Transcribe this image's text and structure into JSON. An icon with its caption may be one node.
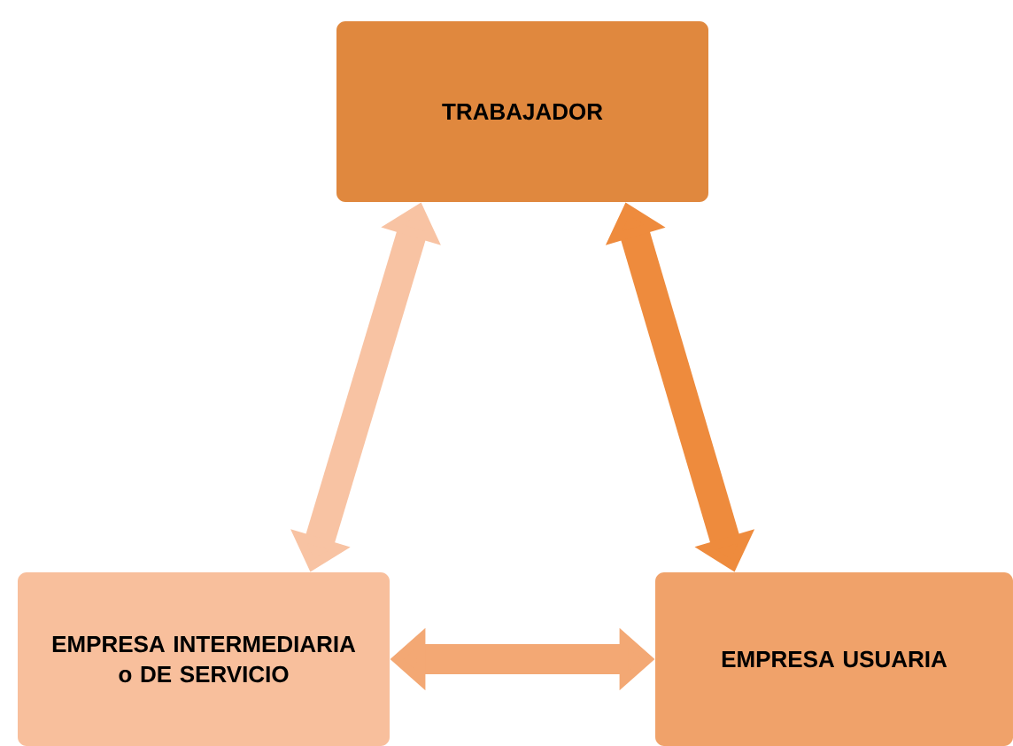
{
  "diagram": {
    "nodes": [
      {
        "text": [
          "TRABAJADOR"
        ]
      },
      {
        "text": [
          "EMPRESA INTERMEDIARIA o DE SERVICIO"
        ]
      },
      {
        "text": [
          "EMPRESA USUARIA"
        ]
      }
    ],
    "edges": [
      {
        "from": 1,
        "to": 0,
        "arrow": "both",
        "color": "#f8c3a3"
      },
      {
        "from": 0,
        "to": 2,
        "arrow": "both",
        "color": "#ee8b3d"
      },
      {
        "from": 1,
        "to": 2,
        "arrow": "both",
        "color": "#f3a874"
      }
    ]
  }
}
